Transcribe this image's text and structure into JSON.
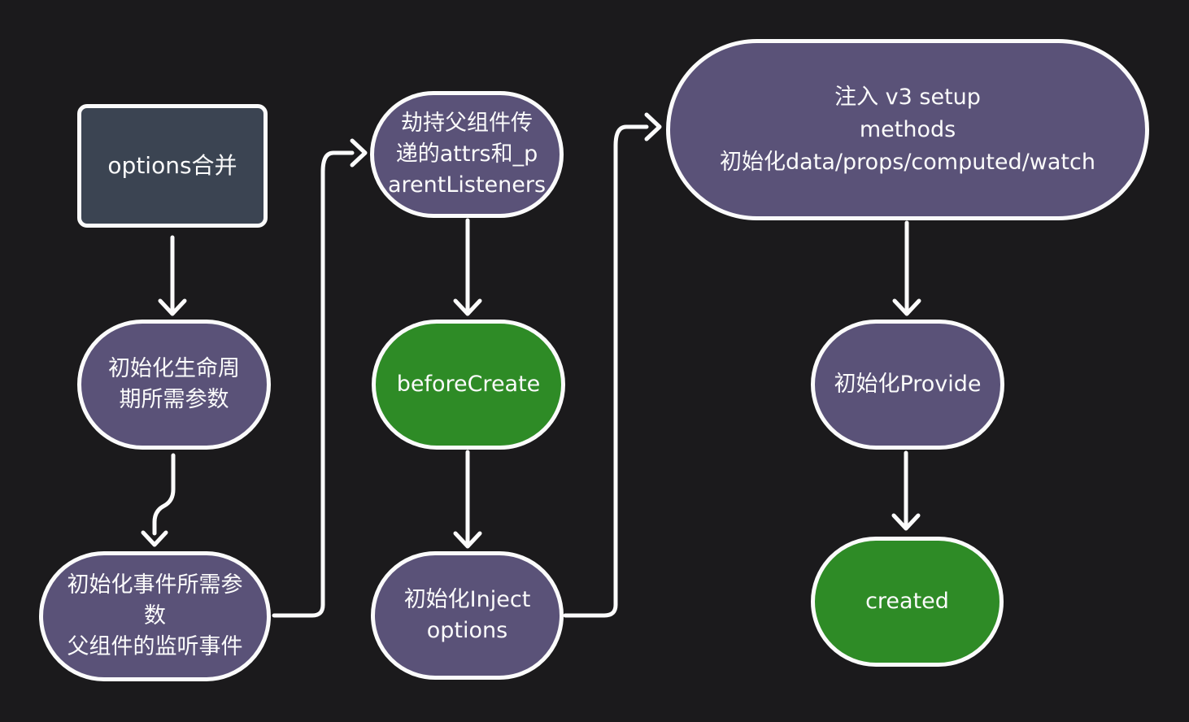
{
  "colors": {
    "background": "#1b1a1c",
    "node_purple": "#5a5278",
    "node_slate": "#3b4452",
    "node_green": "#2e8b26",
    "stroke_and_text": "#fbfbfb"
  },
  "nodes": {
    "options_merge": {
      "lines": [
        "options合并"
      ]
    },
    "init_lifecycle": {
      "lines": [
        "初始化生命周",
        "期所需参数"
      ]
    },
    "init_events": {
      "lines": [
        "初始化事件所需参",
        "数",
        "父组件的监听事件"
      ]
    },
    "hijack_attrs": {
      "lines": [
        "劫持父组件传",
        "递的attrs和_p",
        "arentListeners"
      ]
    },
    "before_create": {
      "lines": [
        "beforeCreate"
      ]
    },
    "init_inject": {
      "lines": [
        "初始化Inject",
        "options"
      ]
    },
    "inject_setup": {
      "lines": [
        "注入 v3 setup",
        "methods",
        "初始化data/props/computed/watch"
      ]
    },
    "init_provide": {
      "lines": [
        "初始化Provide"
      ]
    },
    "created": {
      "lines": [
        "created"
      ]
    }
  },
  "edges": [
    {
      "from": "options_merge",
      "to": "init_lifecycle"
    },
    {
      "from": "init_lifecycle",
      "to": "init_events"
    },
    {
      "from": "init_events",
      "to": "hijack_attrs"
    },
    {
      "from": "hijack_attrs",
      "to": "before_create"
    },
    {
      "from": "before_create",
      "to": "init_inject"
    },
    {
      "from": "init_inject",
      "to": "inject_setup"
    },
    {
      "from": "inject_setup",
      "to": "init_provide"
    },
    {
      "from": "init_provide",
      "to": "created"
    }
  ]
}
